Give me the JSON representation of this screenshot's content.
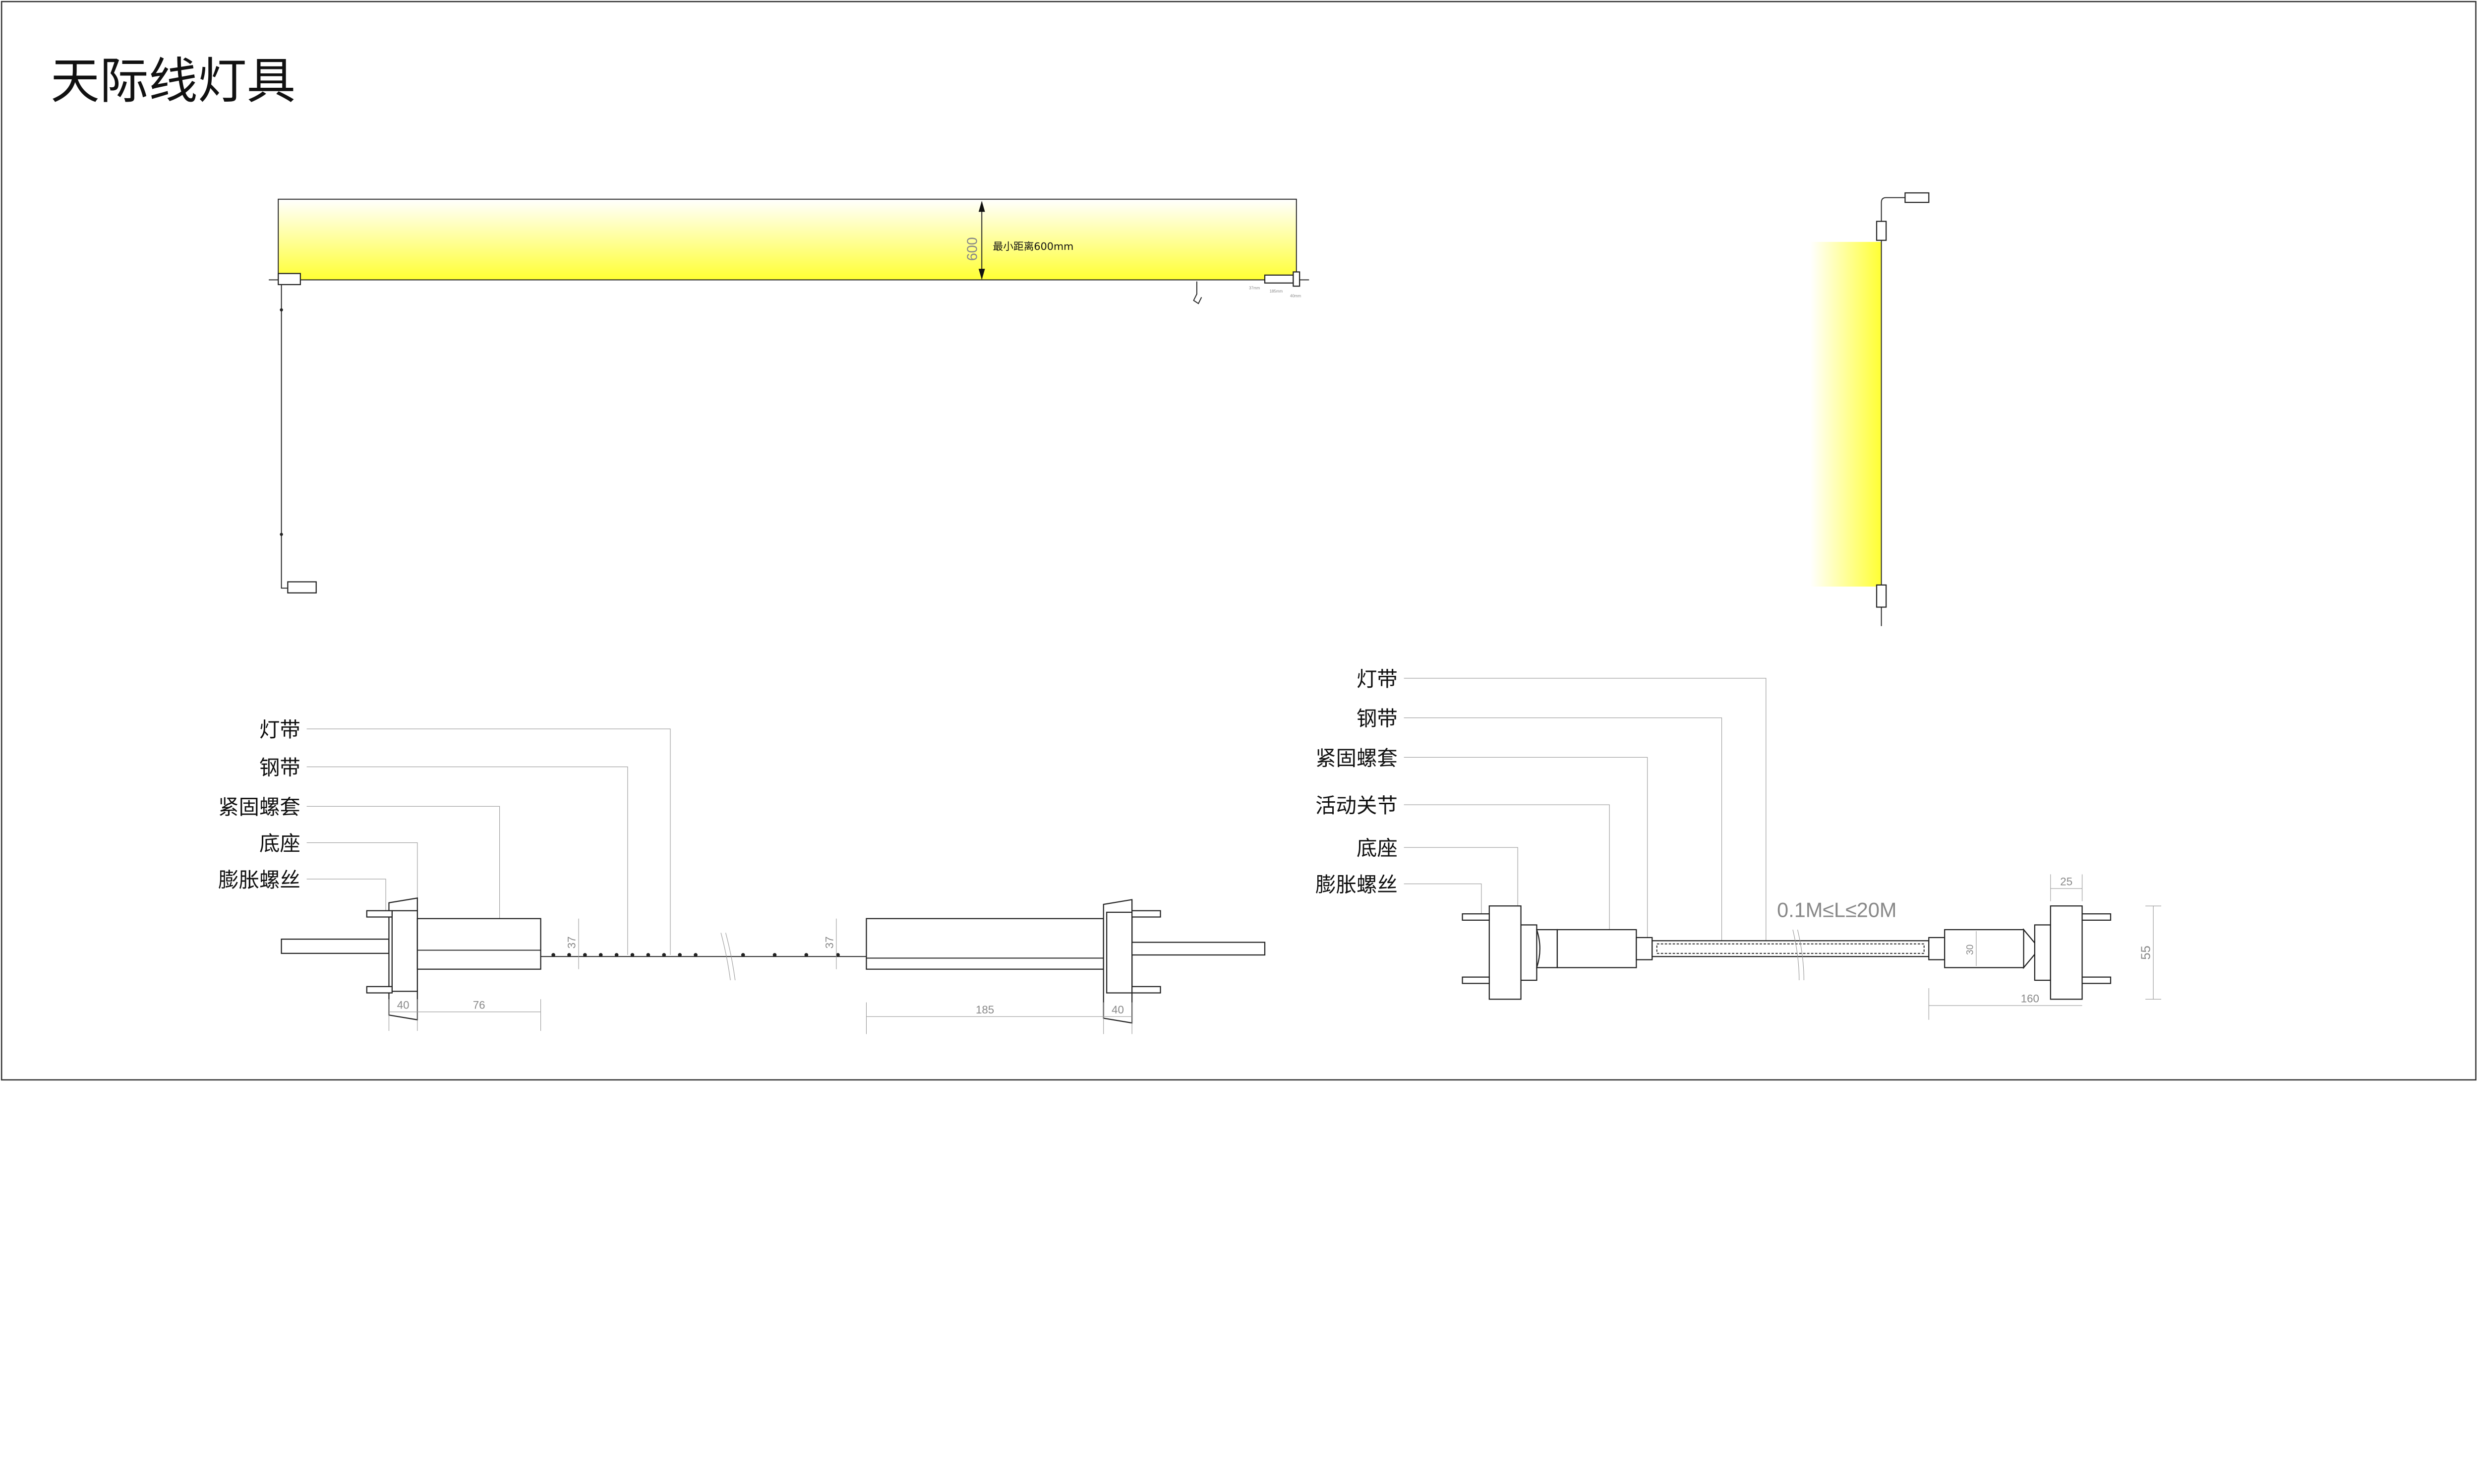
{
  "title": "天际线灯具",
  "top_view": {
    "height_dim": "600",
    "min_distance_label": "最小距离600mm",
    "small_dims": [
      "37mm",
      "185mm",
      "40mm"
    ]
  },
  "detail_left": {
    "labels": [
      "灯带",
      "钢带",
      "紧固螺套",
      "底座",
      "膨胀螺丝"
    ],
    "dims": {
      "base_left": "40",
      "sleeve": "76",
      "body_right": "185",
      "base_right": "40",
      "height_left": "37",
      "height_right": "37"
    }
  },
  "detail_right": {
    "labels": [
      "灯带",
      "钢带",
      "紧固螺套",
      "活动关节",
      "底座",
      "膨胀螺丝"
    ],
    "length_range": "0.1M≤L≤20M",
    "dims": {
      "plate": "25",
      "height": "55",
      "diameter": "30",
      "end_length": "160"
    }
  },
  "colors": {
    "light": "#ffff33",
    "line": "#222222",
    "dim": "#888888"
  }
}
